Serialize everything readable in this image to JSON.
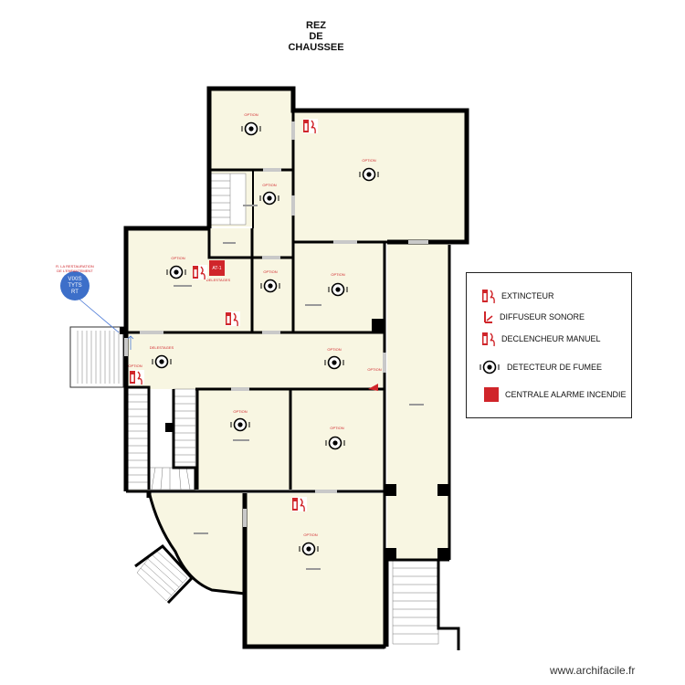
{
  "title_lines": [
    "REZ",
    "DE",
    "CHAUSSEE"
  ],
  "legend": {
    "extinguisher": "EXTINCTEUR",
    "sounder": "DIFFUSEUR SONORE",
    "manual_call": "DECLENCHEUR MANUEL",
    "smoke_detector": "DETECTEUR DE FUMEE",
    "fire_panel": "CENTRALE ALARME INCENDIE"
  },
  "detector_label": "OPTION",
  "evacuation_label": "DELESTAGES",
  "panel_code": "AT-1",
  "cie_label_lines": [
    "R. LA RESTAURATION",
    "DE L'ENFANTEMENT"
  ],
  "bubble_lines": [
    "VIXIS",
    "TYTS",
    "RT"
  ],
  "watermark": "www.archifacile.fr",
  "colors": {
    "room_fill": "#f8f6e2",
    "wall": "#000000",
    "red": "#d0252a",
    "bubble": "#3d6fc9"
  }
}
